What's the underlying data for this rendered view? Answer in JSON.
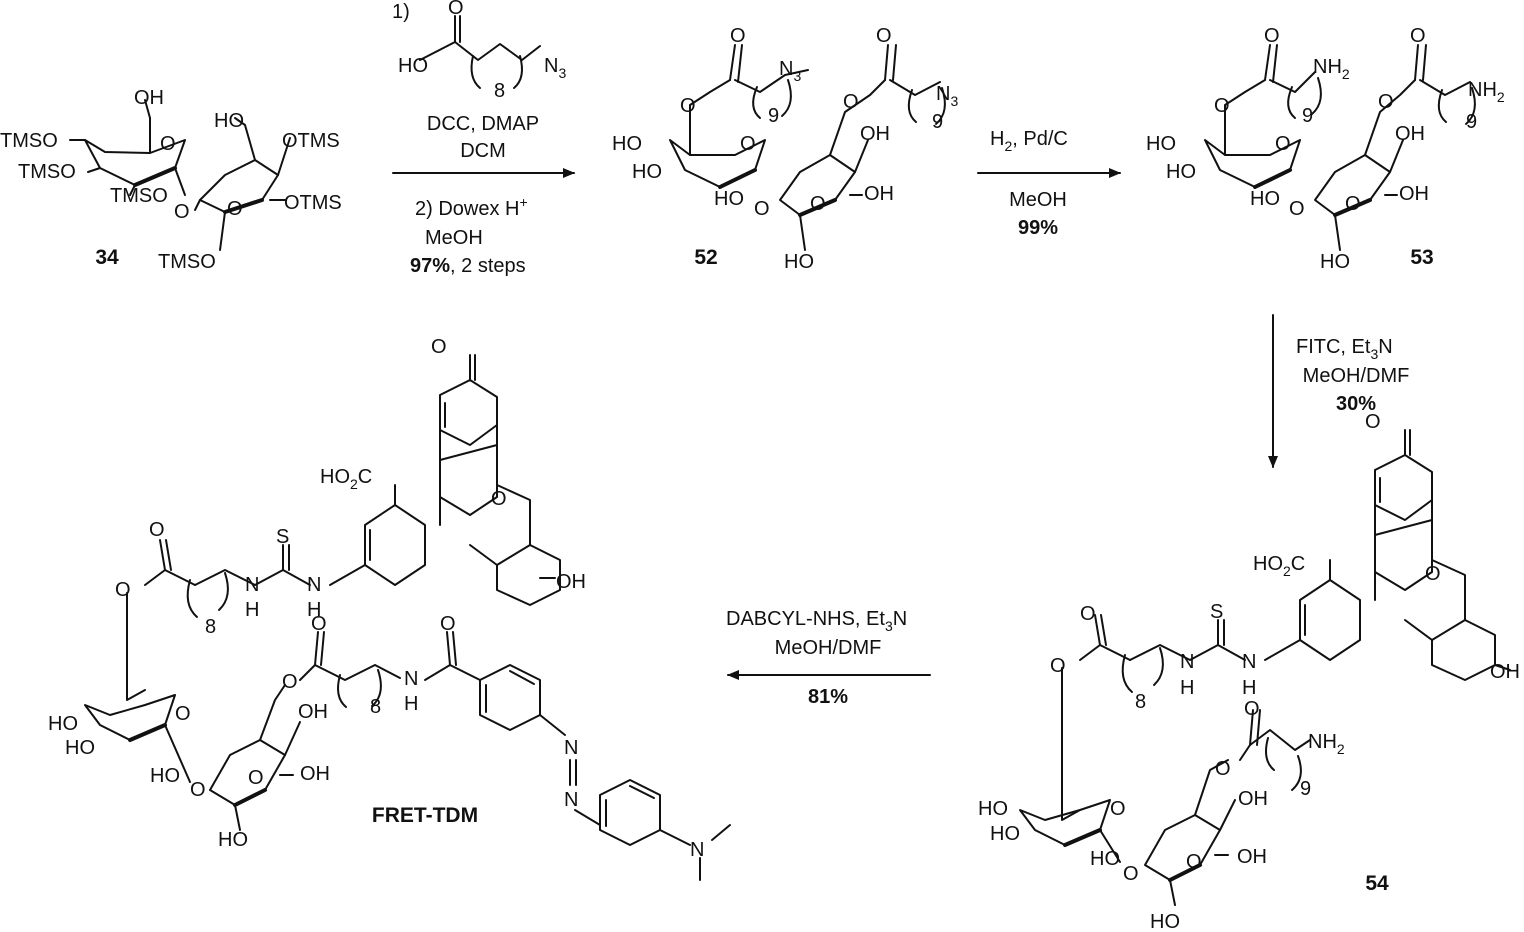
{
  "scheme": {
    "step1": {
      "number": "1)",
      "reagent_acid": {
        "carbonyl_o": "O",
        "hydroxyl": "HO",
        "repeat": "8",
        "azide": "N",
        "azide_sub": "3"
      },
      "line_dcc": "DCC, DMAP",
      "line_dcm": "DCM",
      "line_step2_prefix": "2) Dowex H",
      "line_step2_sup": "+",
      "line_meoh": "MeOH",
      "yield": "97%",
      "yield_note": ", 2 steps"
    },
    "step2": {
      "reagent": "H",
      "reagent_sub": "2",
      "reagent_rest": ", Pd/C",
      "solvent": "MeOH",
      "yield": "99%"
    },
    "step3": {
      "reagent": "FITC, Et",
      "reagent_sub": "3",
      "reagent_rest": "N",
      "solvent": "MeOH/DMF",
      "yield": "30%"
    },
    "step4": {
      "reagent": "DABCYL-NHS, Et",
      "reagent_sub": "3",
      "reagent_rest": "N",
      "solvent": "MeOH/DMF",
      "yield": "81%"
    }
  },
  "compounds": {
    "c34": {
      "label": "34",
      "groups": {
        "oh": "OH",
        "ho": "HO",
        "tmso1": "TMSO",
        "tmso2": "TMSO",
        "tmso3": "TMSO",
        "tmso4": "TMSO",
        "otms1": "OTMS",
        "otms2": "OTMS",
        "o_ring1": "O",
        "o_ring2": "O",
        "o_link": "O"
      }
    },
    "c52": {
      "label": "52",
      "groups": {
        "ho1": "HO",
        "ho2": "HO",
        "ho3": "HO",
        "ho4": "HO",
        "oh1": "OH",
        "oh2": "OH",
        "o_ring1": "O",
        "o_ring2": "O",
        "o_link": "O",
        "o_ester1": "O",
        "o_ester2": "O",
        "carbonyl1": "O",
        "carbonyl2": "O",
        "repeat1": "9",
        "repeat2": "9",
        "azide": "N",
        "azide_sub": "3"
      }
    },
    "c53": {
      "label": "53",
      "groups": {
        "ho1": "HO",
        "ho2": "HO",
        "ho3": "HO",
        "ho4": "HO",
        "oh1": "OH",
        "oh2": "OH",
        "o_ring1": "O",
        "o_ring2": "O",
        "o_link": "O",
        "o_ester1": "O",
        "o_ester2": "O",
        "carbonyl1": "O",
        "carbonyl2": "O",
        "repeat1": "9",
        "repeat2": "9",
        "amine": "NH",
        "amine_sub": "2"
      }
    },
    "c54": {
      "label": "54",
      "groups": {
        "ho1": "HO",
        "ho2": "HO",
        "ho3": "HO",
        "ho4": "HO",
        "oh1": "OH",
        "oh2": "OH",
        "oh_phenol": "OH",
        "o_ring1": "O",
        "o_ring2": "O",
        "o_link": "O",
        "o_ester1": "O",
        "o_ester2": "O",
        "carbonyl1": "O",
        "carbonyl2": "O",
        "repeat1": "8",
        "repeat2": "9",
        "nh1": "N",
        "h1": "H",
        "nh2": "N",
        "h2": "H",
        "s": "S",
        "co2h": "HO",
        "co2h_sub": "2",
        "co2h_end": "C",
        "xanthene_o": "O",
        "quinone_o": "O",
        "amine": "NH",
        "amine_sub": "2"
      }
    },
    "fret": {
      "label": "FRET-TDM",
      "groups": {
        "ho1": "HO",
        "ho2": "HO",
        "ho3": "HO",
        "ho4": "HO",
        "oh1": "OH",
        "oh2": "OH",
        "oh_phenol": "OH",
        "o_ring1": "O",
        "o_ring2": "O",
        "o_link": "O",
        "o_ester1": "O",
        "o_ester2": "O",
        "carbonyl1": "O",
        "carbonyl2": "O",
        "repeat1": "8",
        "repeat2": "8",
        "nh1": "N",
        "h1": "H",
        "nh2": "N",
        "h2": "H",
        "nh3": "N",
        "h3": "H",
        "s": "S",
        "co2h": "HO",
        "co2h_sub": "2",
        "co2h_end": "C",
        "xanthene_o": "O",
        "quinone_o": "O",
        "amide_o": "O",
        "azo1": "N",
        "azo2": "N",
        "nme2": "N"
      }
    }
  }
}
